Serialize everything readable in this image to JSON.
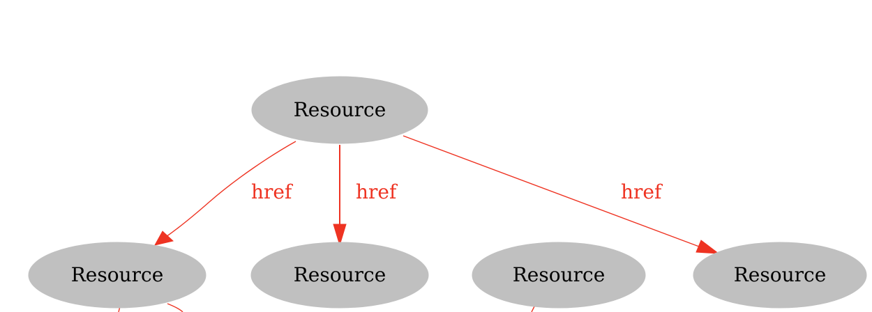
{
  "colors": {
    "node_fill": "#c0c0c0",
    "edge": "#ee3322",
    "background": "#ffffff"
  },
  "nodes": [
    {
      "id": "root",
      "label": "Resource"
    },
    {
      "id": "child-1",
      "label": "Resource"
    },
    {
      "id": "child-2",
      "label": "Resource"
    },
    {
      "id": "child-3",
      "label": "Resource"
    },
    {
      "id": "child-4",
      "label": "Resource"
    }
  ],
  "edges": [
    {
      "from": "root",
      "to": "child-1",
      "label": "href"
    },
    {
      "from": "root",
      "to": "child-2",
      "label": "href"
    },
    {
      "from": "root",
      "to": "child-4",
      "label": "href"
    }
  ]
}
